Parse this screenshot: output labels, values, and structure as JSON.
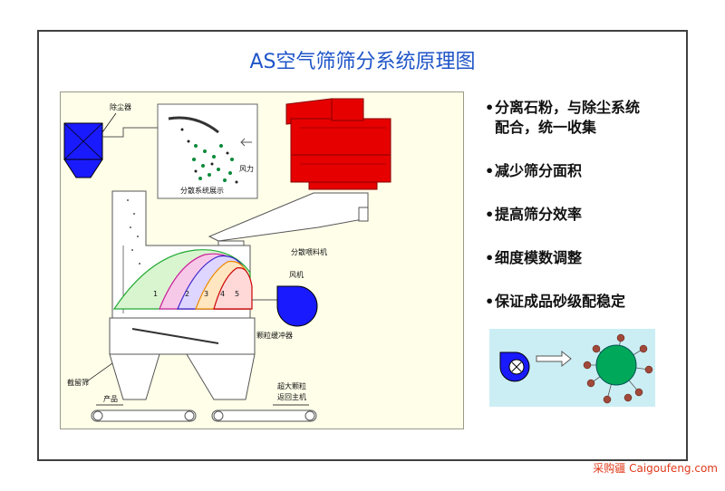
{
  "title": "AS空气筛筛分系统原理图",
  "diagram_labels": {
    "dust_collector": "除尘器",
    "dispersion_display": "分散系统展示",
    "wind_force": "风力",
    "dispersion_feeder": "分散喂料机",
    "fan": "风机",
    "particle_buffer": "颗粒缓冲器",
    "cutoff_screen": "截留筛",
    "product": "产品",
    "oversize": "超大颗粒",
    "return_to_mill": "返回主机"
  },
  "zones": [
    "1",
    "2",
    "3",
    "4",
    "5"
  ],
  "bullets": [
    {
      "line1": "分离石粉，与除尘系统",
      "line2": "配合，统一收集"
    },
    {
      "line1": "减少筛分面积",
      "line2": ""
    },
    {
      "line1": "提高筛分效率",
      "line2": ""
    },
    {
      "line1": "细度模数调整",
      "line2": ""
    },
    {
      "line1": "保证成品砂级配稳定",
      "line2": ""
    }
  ],
  "bullet_marker": "•",
  "watermark": "采购疆 Caigoufeng.com",
  "colors": {
    "title": "#1f55c8",
    "crusher": "#e60000",
    "fan_and_collector": "#1a1aff",
    "inset_bg": "#cbeef4",
    "ball": "#00a859",
    "particles": "#a0483a"
  }
}
